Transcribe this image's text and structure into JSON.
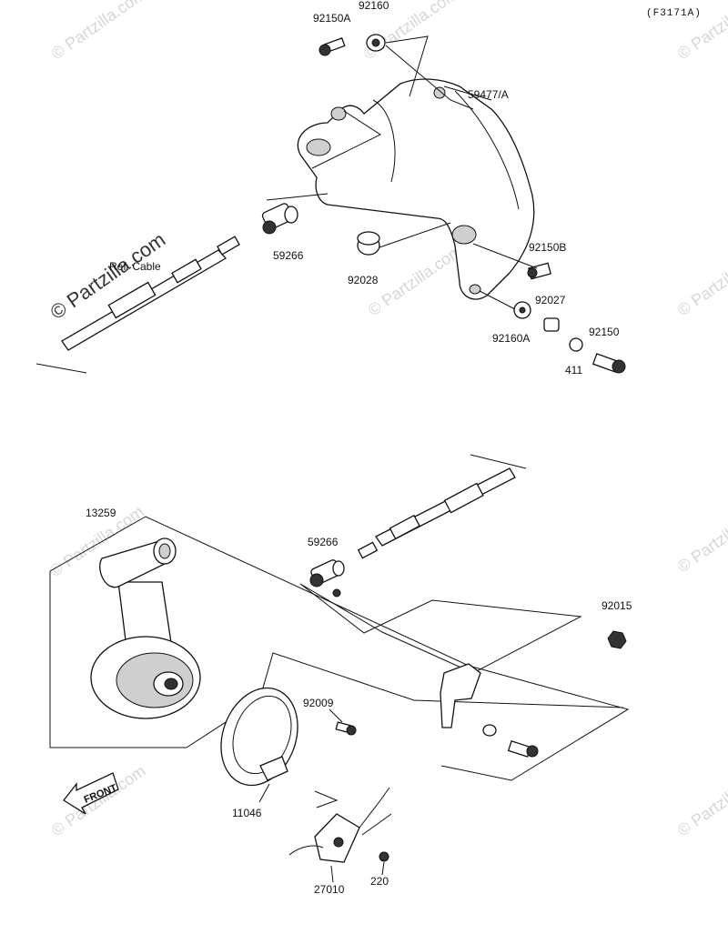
{
  "diagram_code": "(F3171A)",
  "watermark": "© Partzilla.com",
  "front_label": "FRONT",
  "ref_label": "Ref. Cable",
  "parts": {
    "p92160_top": "92160",
    "p92150A": "92150A",
    "p59477A": "59477/A",
    "p59266_top": "59266",
    "p92028": "92028",
    "p92150B": "92150B",
    "p92027": "92027",
    "p92160A": "92160A",
    "p92150": "92150",
    "p411": "411",
    "p13259": "13259",
    "p59266_bottom": "59266",
    "p92015": "92015",
    "p92009": "92009",
    "p11046": "11046",
    "p27010": "27010",
    "p220": "220"
  }
}
